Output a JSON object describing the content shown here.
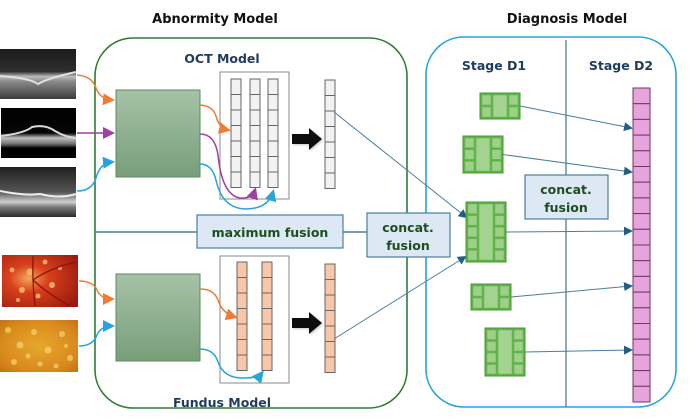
{
  "titles": {
    "abnormity_model": "Abnormity Model",
    "diagnosis_model": "Diagnosis Model"
  },
  "abnormity": {
    "oct_model_label": "OCT Model",
    "fundus_model_label": "Fundus Model",
    "maximum_fusion_label": "maximum fusion",
    "oct_inputs": [
      "oct-scan-1",
      "oct-scan-2",
      "oct-scan-3"
    ],
    "fundus_inputs": [
      "fundus-photo-1",
      "fundus-photo-2"
    ],
    "oct_feature_columns": 3,
    "oct_cells_per_column": 7,
    "fundus_feature_columns": 2,
    "fundus_cells_per_column": 7
  },
  "concat_fusion_left": {
    "line1": "concat.",
    "line2": "fusion"
  },
  "diagnosis": {
    "stage_d1_label": "Stage D1",
    "stage_d2_label": "Stage D2",
    "concat_fusion": {
      "line1": "concat.",
      "line2": "fusion"
    },
    "d1_blocks": [
      {
        "rows": 2
      },
      {
        "rows": 3
      },
      {
        "rows": 5
      },
      {
        "rows": 2
      },
      {
        "rows": 4
      }
    ],
    "d2_cells": 20
  },
  "colors": {
    "abnormity_border": "#2e7d32",
    "diagnosis_border": "#29a3d8",
    "cnn_block": "#86a987",
    "oct_cell": "#f2f2f2",
    "fundus_cell": "#f8c6a8",
    "d2_cell": "#e6a3dc",
    "d1_block": "#5cb342",
    "fusion_box": "#dce9f5",
    "arrow_orange": "#ee7c33",
    "arrow_purple": "#a23fa3",
    "arrow_blue": "#26a4dc",
    "link_line": "#4a7e9e"
  }
}
